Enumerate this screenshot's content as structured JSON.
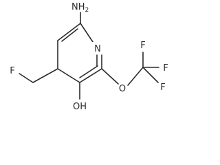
{
  "molecule": {
    "atoms": {
      "nh2": "NH2",
      "n_ring": "N",
      "f_ch2": "F",
      "oh": "OH",
      "o_ether": "O",
      "f_top": "F",
      "f_right": "F",
      "f_bottom": "F"
    },
    "colors": {
      "line": "#2b2b2b",
      "background": "#ffffff"
    }
  }
}
